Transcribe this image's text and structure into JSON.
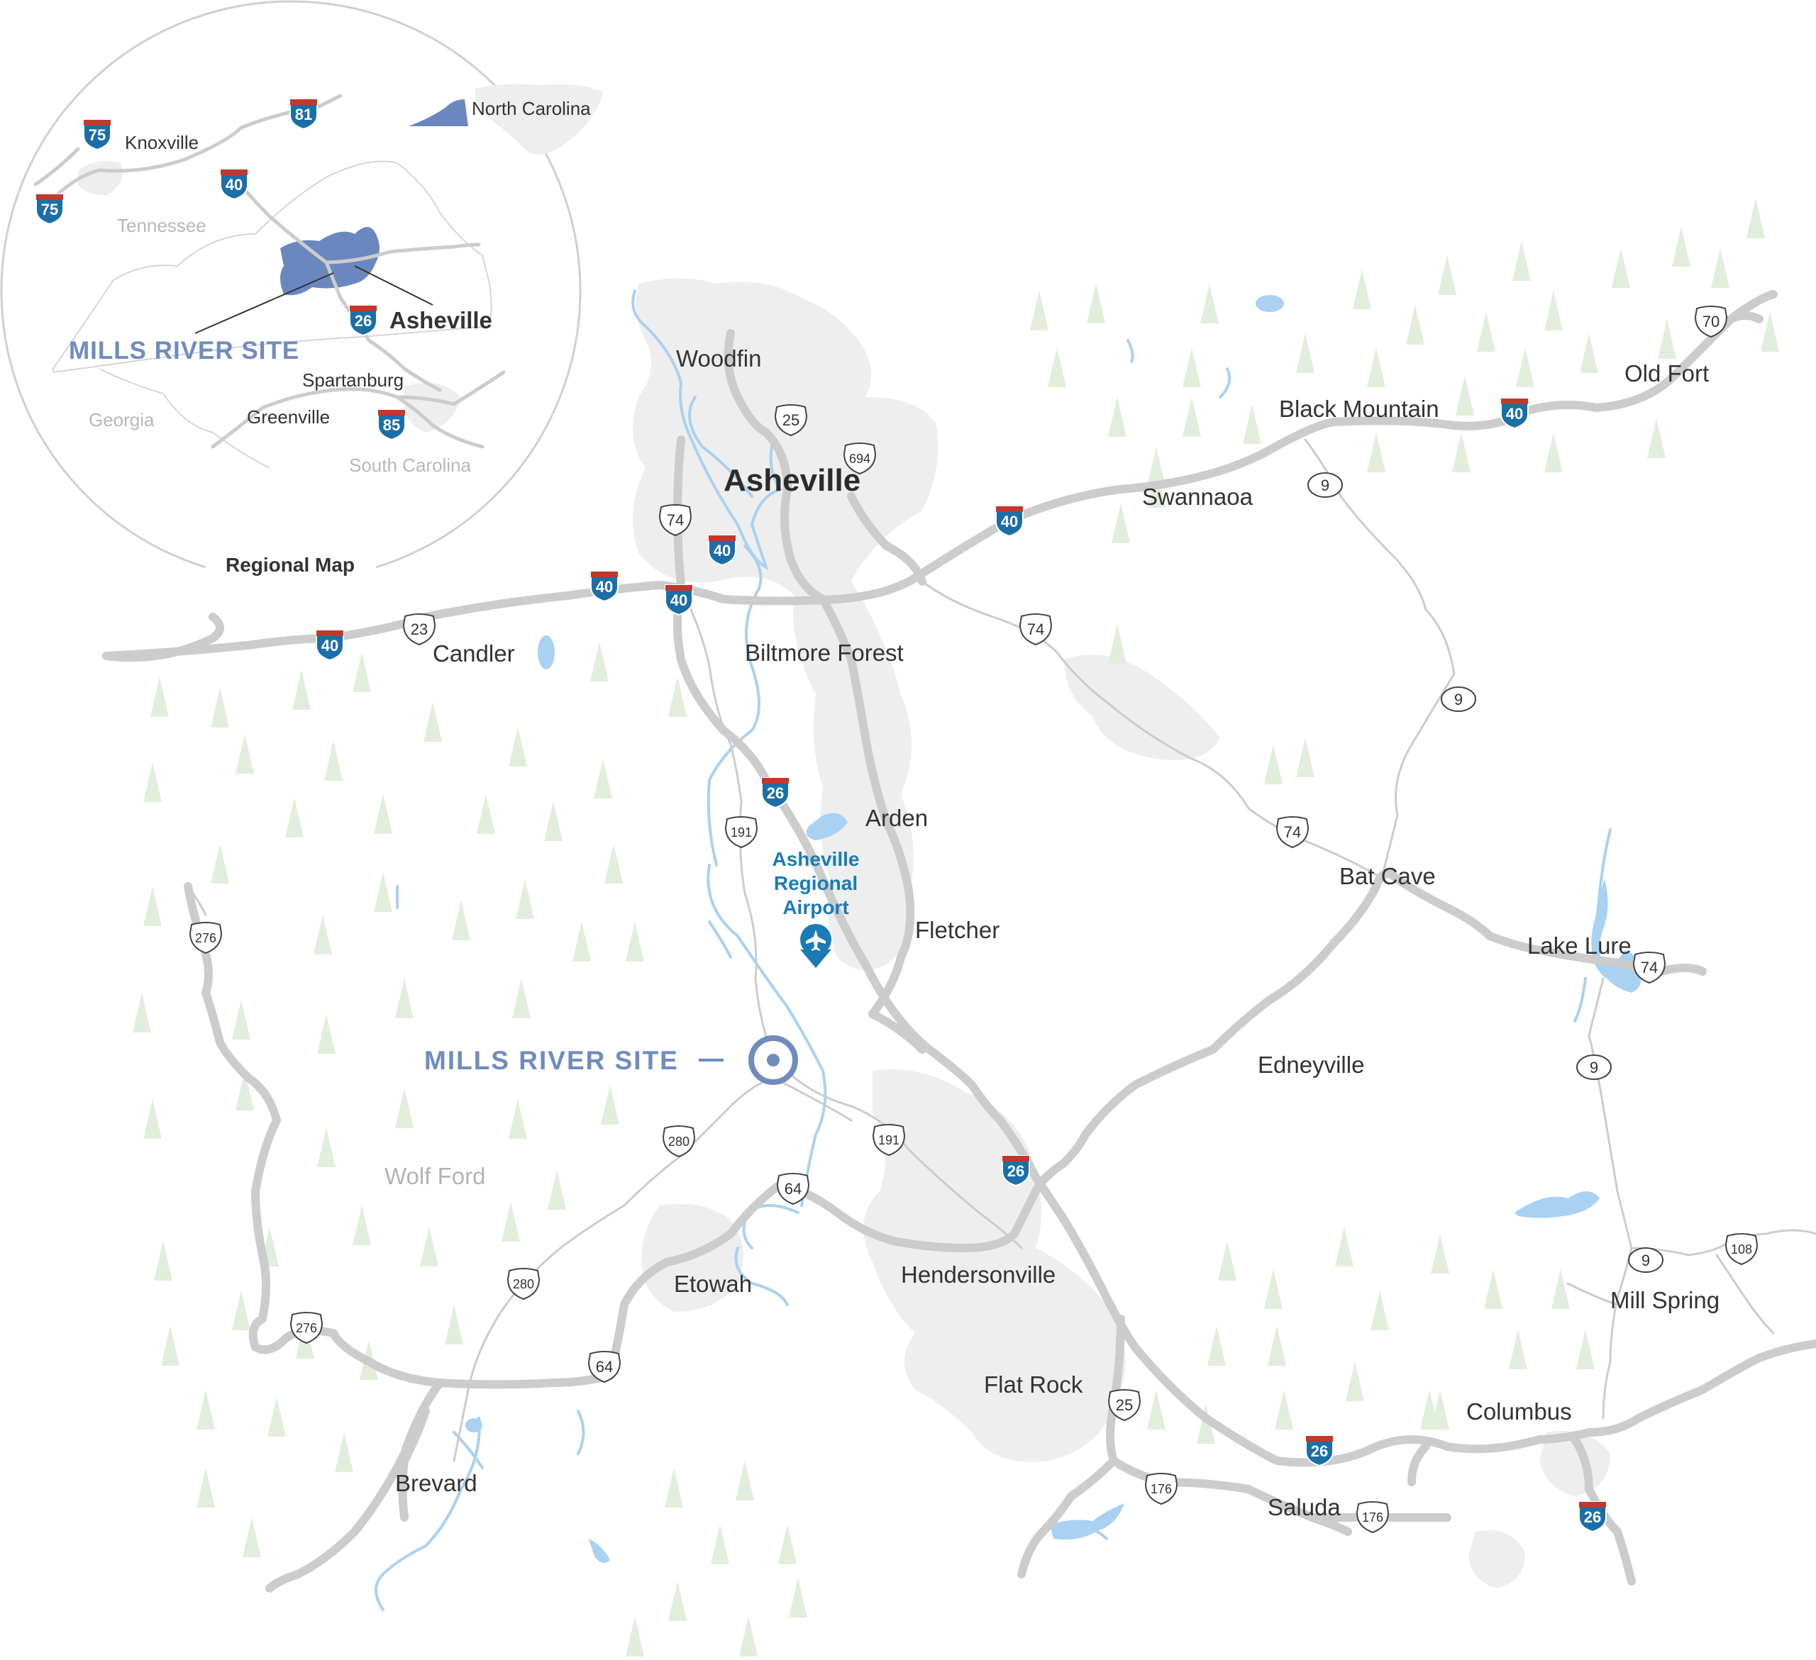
{
  "colors": {
    "urban_area": "#eeeeee",
    "road": "#cccccc",
    "water": "#a9d1f1",
    "tree": "#e1eedb",
    "site_accent": "#6f8cbd",
    "airport_accent": "#1b7bb5",
    "interstate_blue": "#1b6fa8",
    "interstate_red": "#c0392b",
    "north_carolina_fill": "#6b87c0"
  },
  "towns": {
    "asheville": "Asheville",
    "woodfin": "Woodfin",
    "biltmore_forest": "Biltmore Forest",
    "candler": "Candler",
    "arden": "Arden",
    "fletcher": "Fletcher",
    "swannanoa": "Swannaoa",
    "black_mountain": "Black Mountain",
    "old_fort": "Old Fort",
    "bat_cave": "Bat Cave",
    "lake_lure": "Lake Lure",
    "edneyville": "Edneyville",
    "hendersonville": "Hendersonville",
    "etowah": "Etowah",
    "flat_rock": "Flat Rock",
    "brevard": "Brevard",
    "saluda": "Saluda",
    "columbus": "Columbus",
    "mill_spring": "Mill Spring",
    "wolf_ford": "Wolf Ford"
  },
  "site": {
    "label": "MILLS  RIVER  SITE",
    "marker_icon": "target-marker-icon"
  },
  "airport": {
    "line1": "Asheville",
    "line2": "Regional",
    "line3": "Airport",
    "icon": "airplane-icon"
  },
  "interstates": {
    "i40": "40",
    "i26": "26"
  },
  "us_routes": {
    "r25": "25",
    "r694": "694",
    "r74": "74",
    "r23": "23",
    "r191": "191",
    "r276": "276",
    "r280": "280",
    "r64": "64",
    "r70": "70",
    "r176": "176",
    "r108": "108"
  },
  "state_routes": {
    "r9": "9"
  },
  "inset": {
    "caption": "Regional Map",
    "north_carolina": "North Carolina",
    "knoxville": "Knoxville",
    "tennessee": "Tennessee",
    "asheville": "Asheville",
    "site_label": "MILLS RIVER SITE",
    "spartanburg": "Spartanburg",
    "greenville": "Greenville",
    "georgia": "Georgia",
    "south_carolina": "South Carolina",
    "i75": "75",
    "i81": "81",
    "i40": "40",
    "i26": "26",
    "i85": "85"
  }
}
